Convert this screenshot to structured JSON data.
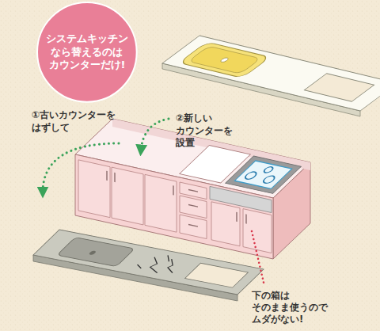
{
  "diagram": {
    "nodes": [
      {
        "text": [
          "システムキッチン なら替えるのは カウンターだけ!"
        ]
      }
    ],
    "labels": [
      "①古いカウンターを はずして",
      "②新しい カウンターを 設置",
      "下の箱は そのまま使うので ムダがない!"
    ]
  }
}
